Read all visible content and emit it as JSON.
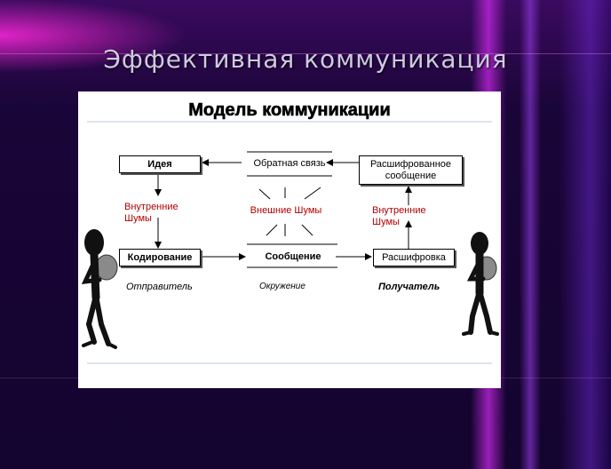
{
  "slide": {
    "title": "Эффективная коммуникация"
  },
  "diagram": {
    "heading": "Модель коммуникации",
    "nodes": {
      "idea": "Идея",
      "encoding": "Кодирование",
      "message": "Сообщение",
      "decoding": "Расшифровка",
      "decoded_message_line1": "Расшифрованное",
      "decoded_message_line2": "сообщение",
      "feedback": "Обратная связь"
    },
    "noise": {
      "internal_left_line1": "Внутренние",
      "internal_left_line2": "Шумы",
      "external": "Внешние Шумы",
      "internal_right_line1": "Внутренние",
      "internal_right_line2": "Шумы"
    },
    "roles": {
      "sender": "Отправитель",
      "environment": "Окружение",
      "receiver": "Получатель"
    }
  },
  "colors": {
    "noise_text": "#b00000",
    "panel": "#ffffff",
    "background": "#12042e"
  }
}
